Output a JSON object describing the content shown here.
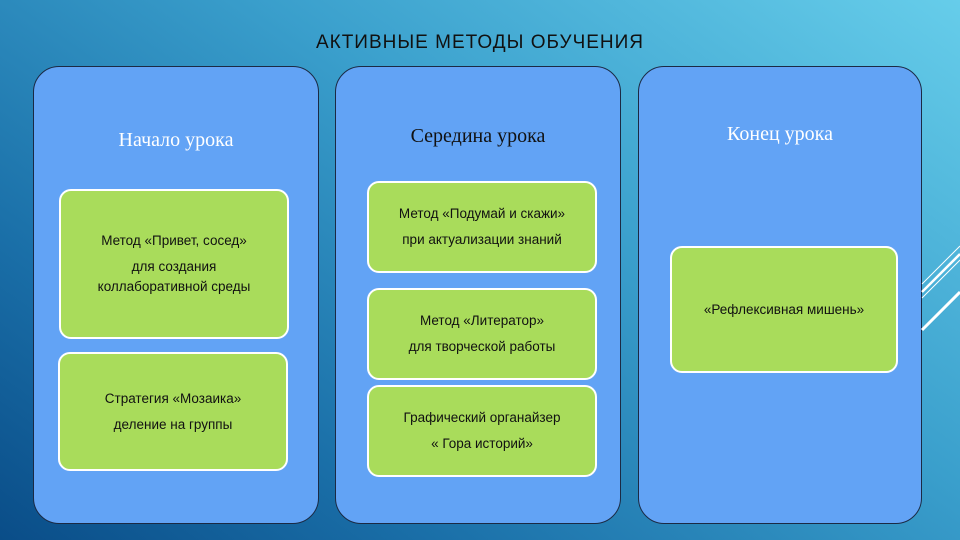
{
  "title": "АКТИВНЫЕ МЕТОДЫ ОБУЧЕНИЯ",
  "columns": [
    {
      "title": "Начало урока",
      "boxes": [
        {
          "lines": [
            "Метод «Привет, сосед»",
            "для  создания",
            "коллаборативной среды"
          ]
        },
        {
          "lines": [
            "Стратегия «Мозаика»",
            "деление на группы"
          ]
        }
      ]
    },
    {
      "title": "Середина урока",
      "boxes": [
        {
          "lines": [
            "Метод «Подумай и скажи»",
            "при актуализации знаний"
          ]
        },
        {
          "lines": [
            "Метод «Литератор»",
            "для творческой работы"
          ]
        },
        {
          "lines": [
            "Графический органайзер",
            "« Гора историй»"
          ]
        }
      ]
    },
    {
      "title": "Конец урока",
      "boxes": [
        {
          "lines": [
            "«Рефлексивная мишень»"
          ]
        }
      ]
    }
  ]
}
